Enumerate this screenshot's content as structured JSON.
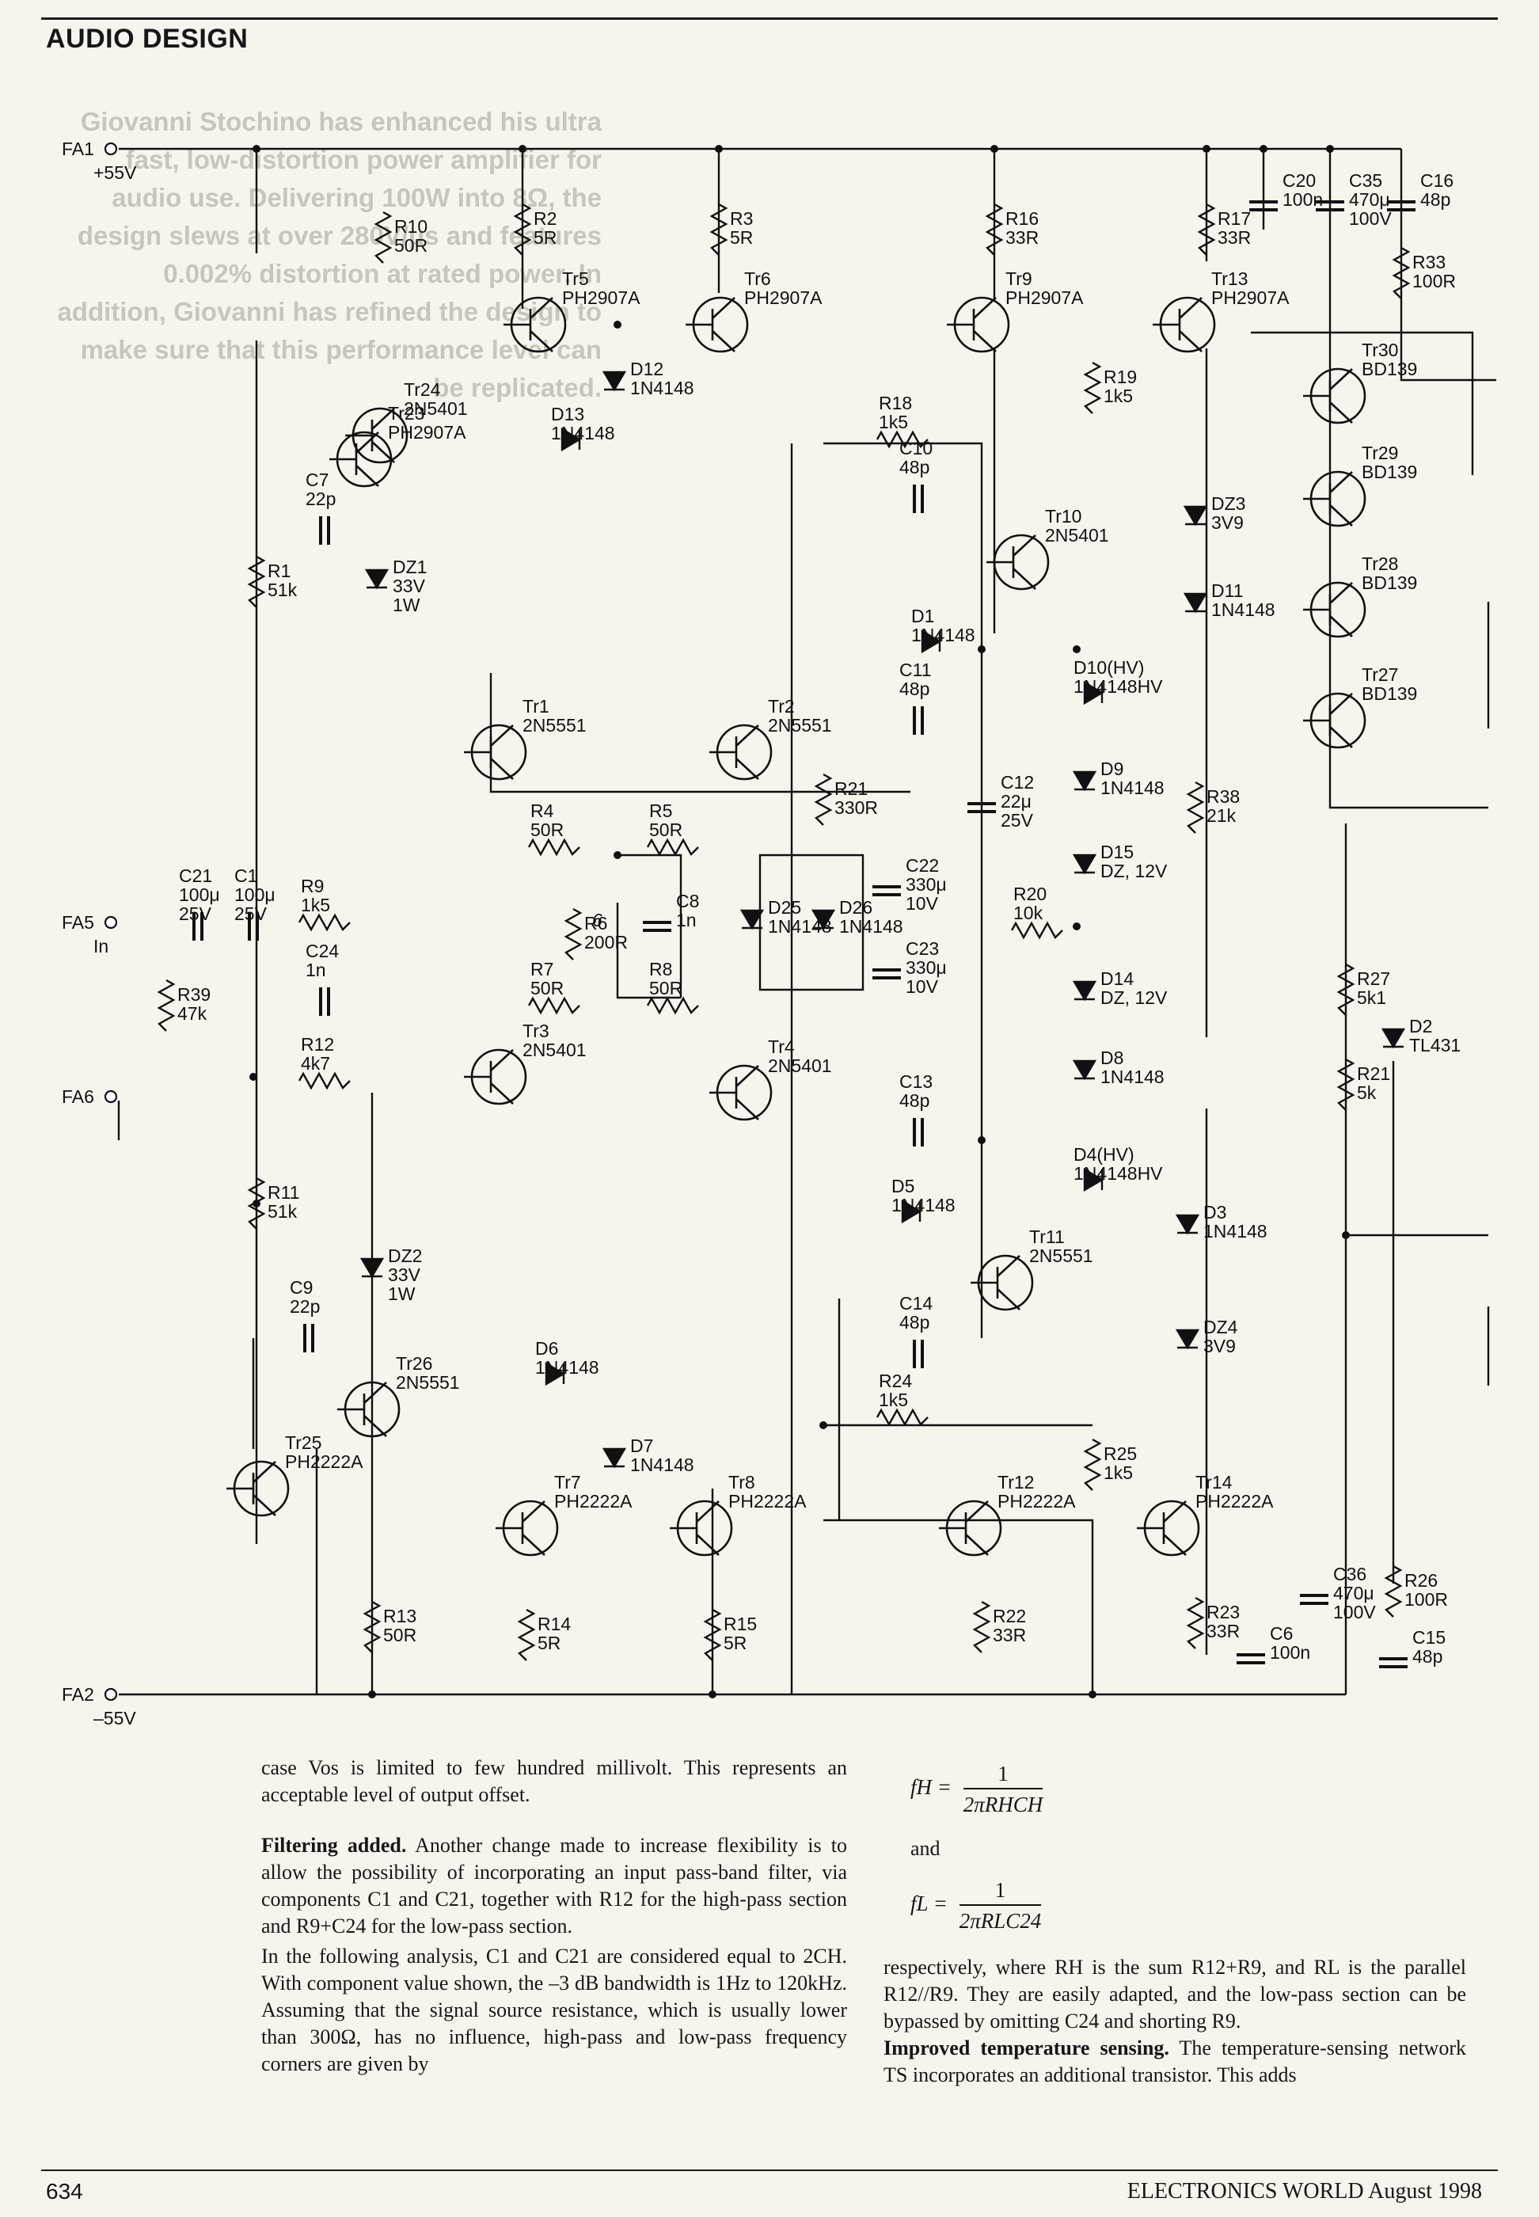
{
  "header": {
    "section": "AUDIO DESIGN"
  },
  "standfirst": {
    "text": "Giovanni Stochino has enhanced his ultra fast, low-distortion power amplifier for audio use. Delivering 100W into 8Ω, the design slews at over 280V/μs and features 0.002% distortion at rated power. In addition, Giovanni has refined the design to make sure that this performance level can be replicated."
  },
  "schematic": {
    "terminals": {
      "fa1": "FA1",
      "fa1_v": "+55V",
      "fa2": "FA2",
      "fa2_v": "–55V",
      "fa5": "FA5",
      "fa5_sub": "In",
      "fa6": "FA6"
    },
    "transistors": [
      {
        "ref": "Tr23",
        "part": "PH2907A"
      },
      {
        "ref": "Tr24",
        "part": "2N5401"
      },
      {
        "ref": "Tr5",
        "part": "PH2907A"
      },
      {
        "ref": "Tr6",
        "part": "PH2907A"
      },
      {
        "ref": "Tr9",
        "part": "PH2907A"
      },
      {
        "ref": "Tr13",
        "part": "PH2907A"
      },
      {
        "ref": "Tr10",
        "part": "2N5401"
      },
      {
        "ref": "Tr30",
        "part": "BD139"
      },
      {
        "ref": "Tr29",
        "part": "BD139"
      },
      {
        "ref": "Tr28",
        "part": "BD139"
      },
      {
        "ref": "Tr27",
        "part": "BD139"
      },
      {
        "ref": "Tr1",
        "part": "2N5551"
      },
      {
        "ref": "Tr2",
        "part": "2N5551"
      },
      {
        "ref": "Tr3",
        "part": "2N5401"
      },
      {
        "ref": "Tr4",
        "part": "2N5401"
      },
      {
        "ref": "Tr11",
        "part": "2N5551"
      },
      {
        "ref": "Tr26",
        "part": "2N5551"
      },
      {
        "ref": "Tr25",
        "part": "PH2222A"
      },
      {
        "ref": "Tr7",
        "part": "PH2222A"
      },
      {
        "ref": "Tr8",
        "part": "PH2222A"
      },
      {
        "ref": "Tr12",
        "part": "PH2222A"
      },
      {
        "ref": "Tr14",
        "part": "PH2222A"
      }
    ],
    "resistors": [
      {
        "ref": "R10",
        "val": "50R"
      },
      {
        "ref": "R2",
        "val": "5R"
      },
      {
        "ref": "R3",
        "val": "5R"
      },
      {
        "ref": "R16",
        "val": "33R"
      },
      {
        "ref": "R17",
        "val": "33R"
      },
      {
        "ref": "R33",
        "val": "100R"
      },
      {
        "ref": "R1",
        "val": "51k"
      },
      {
        "ref": "R18",
        "val": "1k5"
      },
      {
        "ref": "R19",
        "val": "1k5"
      },
      {
        "ref": "R4",
        "val": "50R"
      },
      {
        "ref": "R5",
        "val": "50R"
      },
      {
        "ref": "R21",
        "val": "330R"
      },
      {
        "ref": "R38",
        "val": "21k"
      },
      {
        "ref": "R9",
        "val": "1k5"
      },
      {
        "ref": "R39",
        "val": "47k"
      },
      {
        "ref": "R6",
        "val": "200R"
      },
      {
        "ref": "R7",
        "val": "50R"
      },
      {
        "ref": "R8",
        "val": "50R"
      },
      {
        "ref": "R12",
        "val": "4k7"
      },
      {
        "ref": "R20",
        "val": "10k"
      },
      {
        "ref": "R27",
        "val": "5k1"
      },
      {
        "ref": "R21",
        "val": "5k"
      },
      {
        "ref": "R11",
        "val": "51k"
      },
      {
        "ref": "R24",
        "val": "1k5"
      },
      {
        "ref": "R25",
        "val": "1k5"
      },
      {
        "ref": "R13",
        "val": "50R"
      },
      {
        "ref": "R14",
        "val": "5R"
      },
      {
        "ref": "R15",
        "val": "5R"
      },
      {
        "ref": "R22",
        "val": "33R"
      },
      {
        "ref": "R23",
        "val": "33R"
      },
      {
        "ref": "R26",
        "val": "100R"
      }
    ],
    "capacitors": [
      {
        "ref": "C20",
        "val": "100n"
      },
      {
        "ref": "C35",
        "val": "470μ",
        "volt": "100V"
      },
      {
        "ref": "C16",
        "val": "48p"
      },
      {
        "ref": "C7",
        "val": "22p"
      },
      {
        "ref": "C10",
        "val": "48p"
      },
      {
        "ref": "C11",
        "val": "48p"
      },
      {
        "ref": "C12",
        "val": "22μ",
        "volt": "25V"
      },
      {
        "ref": "C21",
        "val": "100μ",
        "volt": "25V"
      },
      {
        "ref": "C1",
        "val": "100μ",
        "volt": "25V"
      },
      {
        "ref": "C22",
        "val": "330μ",
        "volt": "10V"
      },
      {
        "ref": "C24",
        "val": "1n"
      },
      {
        "ref": "C8",
        "val": "1n"
      },
      {
        "ref": "C23",
        "val": "330μ",
        "volt": "10V"
      },
      {
        "ref": "C13",
        "val": "48p"
      },
      {
        "ref": "C9",
        "val": "22p"
      },
      {
        "ref": "C14",
        "val": "48p"
      },
      {
        "ref": "C36",
        "val": "470μ",
        "volt": "100V"
      },
      {
        "ref": "C6",
        "val": "100n"
      },
      {
        "ref": "C15",
        "val": "48p"
      }
    ],
    "diodes": [
      {
        "ref": "D12",
        "part": "1N4148"
      },
      {
        "ref": "D13",
        "part": "1N4148"
      },
      {
        "ref": "DZ1",
        "part": "33V",
        "extra": "1W"
      },
      {
        "ref": "DZ3",
        "part": "3V9"
      },
      {
        "ref": "D11",
        "part": "1N4148"
      },
      {
        "ref": "D1",
        "part": "1N4148"
      },
      {
        "ref": "D10(HV)",
        "part": "1N4148HV"
      },
      {
        "ref": "D9",
        "part": "1N4148"
      },
      {
        "ref": "D15",
        "part": "DZ, 12V"
      },
      {
        "ref": "D25",
        "part": "1N4148"
      },
      {
        "ref": "D26",
        "part": "1N4148"
      },
      {
        "ref": "D14",
        "part": "DZ, 12V"
      },
      {
        "ref": "D8",
        "part": "1N4148"
      },
      {
        "ref": "D2",
        "part": "TL431"
      },
      {
        "ref": "D4(HV)",
        "part": "1N4148HV"
      },
      {
        "ref": "D3",
        "part": "1N4148"
      },
      {
        "ref": "D5",
        "part": "1N4148"
      },
      {
        "ref": "DZ2",
        "part": "33V",
        "extra": "1W"
      },
      {
        "ref": "D6",
        "part": "1N4148"
      },
      {
        "ref": "D7",
        "part": "1N4148"
      },
      {
        "ref": "DZ4",
        "part": "3V9"
      }
    ],
    "annotation": "6"
  },
  "article": {
    "left_p1": "case Vos is limited to few hundred millivolt. This represents an acceptable level of output offset.",
    "left_p2_head": "Filtering added.",
    "left_p2": " Another change made to increase flexibility is to allow the possibility of incorporating an input pass-band filter, via components C1 and C21, together with R12 for the high-pass section and R9+C24 for the low-pass section.",
    "left_p3": "In the following analysis, C1 and C21 are considered equal to 2CH. With component value shown, the –3 dB bandwidth is 1Hz to 120kHz. Assuming that the signal source resistance, which is usually lower than 300Ω, has no influence, high-pass and low-pass frequency corners are given by",
    "formula_h_lhs": "fH =",
    "formula_h_num": "1",
    "formula_h_den": "2πRHCH",
    "and_word": "and",
    "formula_l_lhs": "fL =",
    "formula_l_num": "1",
    "formula_l_den": "2πRLC24",
    "right_p1": "respectively, where RH is the sum R12+R9, and RL is the parallel R12//R9. They are easily adapted, and the low-pass section can be bypassed by omitting C24 and shorting R9.",
    "right_p2_head": "Improved temperature sensing.",
    "right_p2": " The temperature-sensing network TS incorporates an additional transistor. This adds"
  },
  "footer": {
    "page": "634",
    "magazine": "ELECTRONICS WORLD August 1998"
  }
}
